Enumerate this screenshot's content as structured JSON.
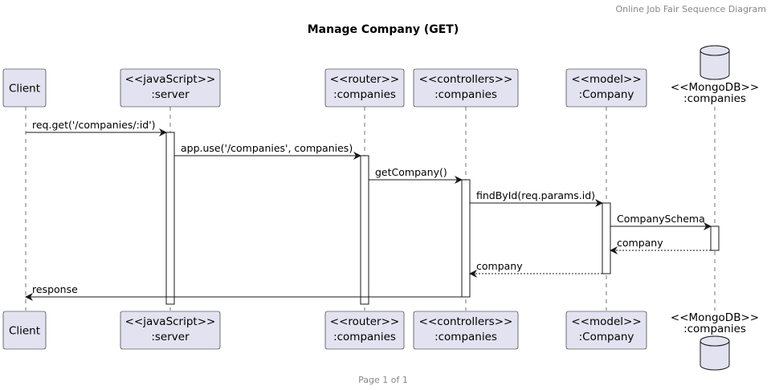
{
  "header": {
    "caption": "Online Job Fair Sequence Diagram"
  },
  "title": "Manage Company (GET)",
  "footer": {
    "page": "Page 1 of 1"
  },
  "participants": [
    {
      "id": "client",
      "type": "participant",
      "lines": [
        "Client"
      ]
    },
    {
      "id": "server",
      "type": "participant",
      "lines": [
        "<<javaScript>>",
        ":server"
      ]
    },
    {
      "id": "router",
      "type": "participant",
      "lines": [
        "<<router>>",
        ":companies"
      ]
    },
    {
      "id": "controller",
      "type": "participant",
      "lines": [
        "<<controllers>>",
        ":companies"
      ]
    },
    {
      "id": "model",
      "type": "participant",
      "lines": [
        "<<model>>",
        ":Company"
      ]
    },
    {
      "id": "db",
      "type": "database",
      "lines": [
        "<<MongoDB>>",
        ":companies"
      ]
    }
  ],
  "messages": [
    {
      "from": "client",
      "to": "server",
      "label": "req.get('/companies/:id')",
      "kind": "sync"
    },
    {
      "from": "server",
      "to": "router",
      "label": "app.use('/companies', companies)",
      "kind": "sync"
    },
    {
      "from": "router",
      "to": "controller",
      "label": "getCompany()",
      "kind": "sync"
    },
    {
      "from": "controller",
      "to": "model",
      "label": "findById(req.params.id)",
      "kind": "sync"
    },
    {
      "from": "model",
      "to": "db",
      "label": "CompanySchema",
      "kind": "sync"
    },
    {
      "from": "db",
      "to": "model",
      "label": "company",
      "kind": "return"
    },
    {
      "from": "model",
      "to": "controller",
      "label": "company",
      "kind": "return"
    },
    {
      "from": "controller",
      "to": "client",
      "label": "response",
      "kind": "sync"
    }
  ]
}
